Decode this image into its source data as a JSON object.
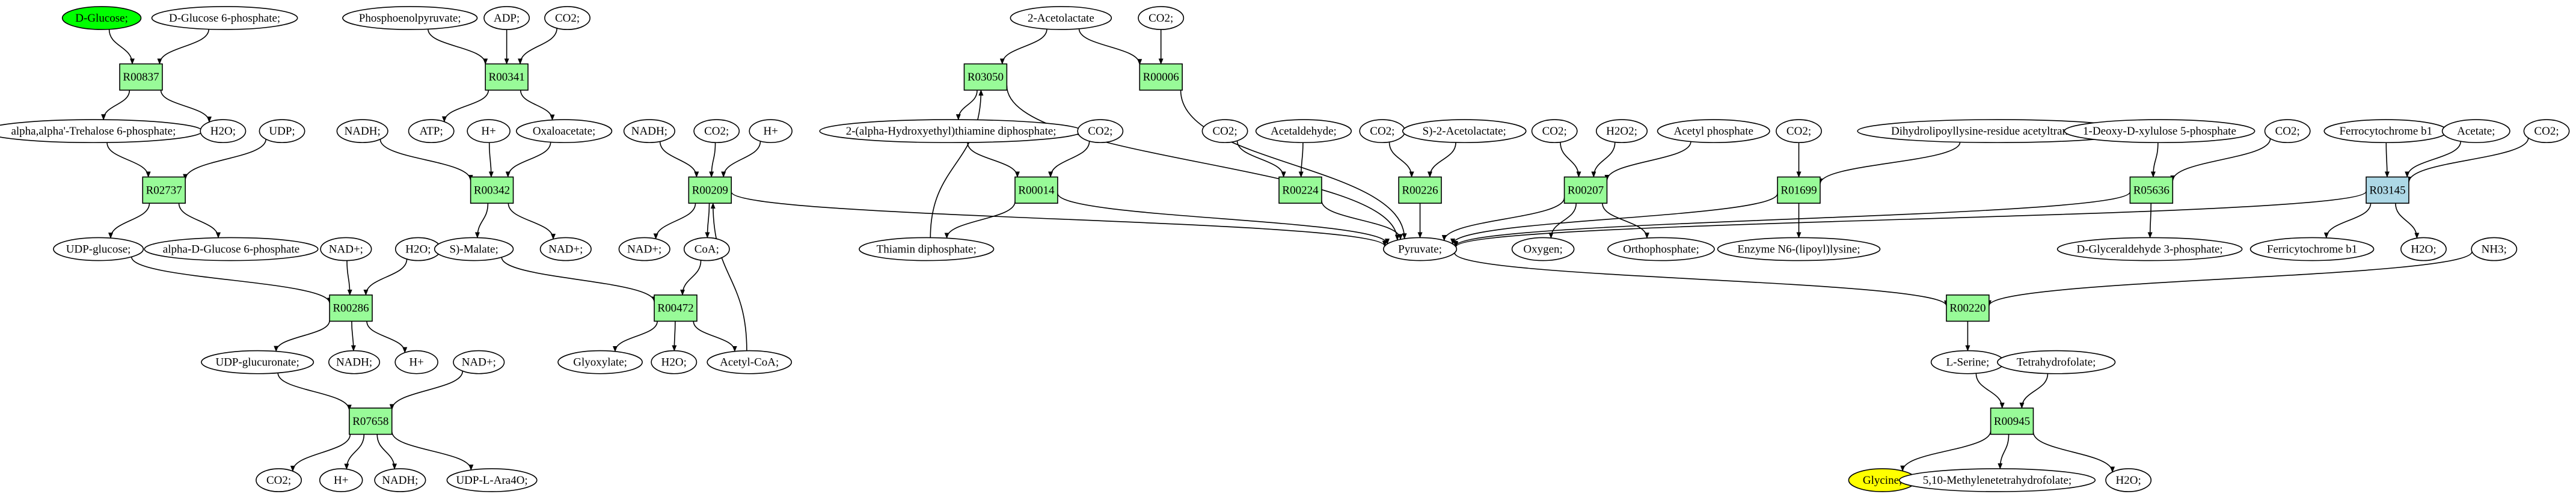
{
  "diagram": {
    "colors": {
      "reaction": "#98fb98",
      "reaction_highlight": "#add8e6",
      "compound": "#ffffff",
      "source": "#00ff00",
      "target": "#ffff00",
      "edge": "#000000"
    },
    "nodes": [
      {
        "id": "c_dglucose",
        "type": "compound",
        "label": "D-Glucose;",
        "role": "source"
      },
      {
        "id": "c_dg6p",
        "type": "compound",
        "label": "D-Glucose 6-phosphate;"
      },
      {
        "id": "r_R00837",
        "type": "reaction",
        "label": "R00837"
      },
      {
        "id": "c_trehalose6p",
        "type": "compound",
        "label": "alpha,alpha'-Trehalose 6-phosphate;"
      },
      {
        "id": "c_h2o_1",
        "type": "compound",
        "label": "H2O;"
      },
      {
        "id": "c_udp_1",
        "type": "compound",
        "label": "UDP;"
      },
      {
        "id": "r_R02737",
        "type": "reaction",
        "label": "R02737"
      },
      {
        "id": "c_udpglucose",
        "type": "compound",
        "label": "UDP-glucose;"
      },
      {
        "id": "c_adg6p",
        "type": "compound",
        "label": "alpha-D-Glucose 6-phosphate"
      },
      {
        "id": "c_nadplus_1",
        "type": "compound",
        "label": "NAD+;"
      },
      {
        "id": "c_h2o_2",
        "type": "compound",
        "label": "H2O;"
      },
      {
        "id": "r_R00286",
        "type": "reaction",
        "label": "R00286"
      },
      {
        "id": "c_udpglucuronate",
        "type": "compound",
        "label": "UDP-glucuronate;"
      },
      {
        "id": "c_nadh_1",
        "type": "compound",
        "label": "NADH;"
      },
      {
        "id": "c_hplus_1",
        "type": "compound",
        "label": "H+"
      },
      {
        "id": "c_nadplus_2",
        "type": "compound",
        "label": "NAD+;"
      },
      {
        "id": "r_R07658",
        "type": "reaction",
        "label": "R07658"
      },
      {
        "id": "c_co2_1",
        "type": "compound",
        "label": "CO2;"
      },
      {
        "id": "c_hplus_2",
        "type": "compound",
        "label": "H+"
      },
      {
        "id": "c_nadh_2",
        "type": "compound",
        "label": "NADH;"
      },
      {
        "id": "c_udpara4o",
        "type": "compound",
        "label": "UDP-L-Ara4O;"
      },
      {
        "id": "c_pep",
        "type": "compound",
        "label": "Phosphoenolpyruvate;"
      },
      {
        "id": "c_adp",
        "type": "compound",
        "label": "ADP;"
      },
      {
        "id": "c_co2_2",
        "type": "compound",
        "label": "CO2;"
      },
      {
        "id": "r_R00341",
        "type": "reaction",
        "label": "R00341"
      },
      {
        "id": "c_atp",
        "type": "compound",
        "label": "ATP;"
      },
      {
        "id": "c_hplus_3",
        "type": "compound",
        "label": "H+"
      },
      {
        "id": "c_oxaloacetate",
        "type": "compound",
        "label": "Oxaloacetate;"
      },
      {
        "id": "c_nadh_3",
        "type": "compound",
        "label": "NADH;"
      },
      {
        "id": "r_R00342",
        "type": "reaction",
        "label": "R00342"
      },
      {
        "id": "c_smalate",
        "type": "compound",
        "label": "S)-Malate;"
      },
      {
        "id": "c_nadplus_3",
        "type": "compound",
        "label": "NAD+;"
      },
      {
        "id": "c_nadh_4",
        "type": "compound",
        "label": "NADH;"
      },
      {
        "id": "c_co2_3",
        "type": "compound",
        "label": "CO2;"
      },
      {
        "id": "c_hplus_4",
        "type": "compound",
        "label": "H+"
      },
      {
        "id": "r_R00209",
        "type": "reaction",
        "label": "R00209"
      },
      {
        "id": "c_nadplus_4",
        "type": "compound",
        "label": "NAD+;"
      },
      {
        "id": "c_coa",
        "type": "compound",
        "label": "CoA;"
      },
      {
        "id": "r_R00472",
        "type": "reaction",
        "label": "R00472"
      },
      {
        "id": "c_glyoxylate",
        "type": "compound",
        "label": "Glyoxylate;"
      },
      {
        "id": "c_h2o_3",
        "type": "compound",
        "label": "H2O;"
      },
      {
        "id": "c_acetylcoa",
        "type": "compound",
        "label": "Acetyl-CoA;"
      },
      {
        "id": "c_2acetolactate",
        "type": "compound",
        "label": "2-Acetolactate"
      },
      {
        "id": "c_co2_4",
        "type": "compound",
        "label": "CO2;"
      },
      {
        "id": "r_R03050",
        "type": "reaction",
        "label": "R03050"
      },
      {
        "id": "r_R00006",
        "type": "reaction",
        "label": "R00006"
      },
      {
        "id": "c_hydroxyethyltpp",
        "type": "compound",
        "label": "2-(alpha-Hydroxyethyl)thiamine diphosphate;"
      },
      {
        "id": "c_co2_5",
        "type": "compound",
        "label": "CO2;"
      },
      {
        "id": "r_R00014",
        "type": "reaction",
        "label": "R00014"
      },
      {
        "id": "c_thiamindp",
        "type": "compound",
        "label": "Thiamin diphosphate;"
      },
      {
        "id": "c_co2_6",
        "type": "compound",
        "label": "CO2;"
      },
      {
        "id": "c_acetaldehyde",
        "type": "compound",
        "label": "Acetaldehyde;"
      },
      {
        "id": "r_R00224",
        "type": "reaction",
        "label": "R00224"
      },
      {
        "id": "c_co2_7",
        "type": "compound",
        "label": "CO2;"
      },
      {
        "id": "c_s2acetolactate",
        "type": "compound",
        "label": "S)-2-Acetolactate;"
      },
      {
        "id": "r_R00226",
        "type": "reaction",
        "label": "R00226"
      },
      {
        "id": "c_co2_8",
        "type": "compound",
        "label": "CO2;"
      },
      {
        "id": "c_h2o2",
        "type": "compound",
        "label": "H2O2;"
      },
      {
        "id": "c_acetylphosphate",
        "type": "compound",
        "label": "Acetyl phosphate"
      },
      {
        "id": "r_R00207",
        "type": "reaction",
        "label": "R00207"
      },
      {
        "id": "c_oxygen",
        "type": "compound",
        "label": "Oxygen;"
      },
      {
        "id": "c_orthophosphate",
        "type": "compound",
        "label": "Orthophosphate;"
      },
      {
        "id": "c_co2_9",
        "type": "compound",
        "label": "CO2;"
      },
      {
        "id": "c_dihydrolipoyllysine",
        "type": "compound",
        "label": "Dihydrolipoyllysine-residue acetyltransferase]"
      },
      {
        "id": "r_R01699",
        "type": "reaction",
        "label": "R01699"
      },
      {
        "id": "c_enzymen6",
        "type": "compound",
        "label": "Enzyme N6-(lipoyl)lysine;"
      },
      {
        "id": "c_deoxyxylulose5p",
        "type": "compound",
        "label": "1-Deoxy-D-xylulose 5-phosphate"
      },
      {
        "id": "c_co2_10",
        "type": "compound",
        "label": "CO2;"
      },
      {
        "id": "r_R05636",
        "type": "reaction",
        "label": "R05636"
      },
      {
        "id": "c_dga3p",
        "type": "compound",
        "label": "D-Glyceraldehyde 3-phosphate;"
      },
      {
        "id": "c_ferrocytochrome",
        "type": "compound",
        "label": "Ferrocytochrome b1"
      },
      {
        "id": "c_acetate",
        "type": "compound",
        "label": "Acetate;"
      },
      {
        "id": "c_co2_11",
        "type": "compound",
        "label": "CO2;"
      },
      {
        "id": "r_R03145",
        "type": "reaction",
        "label": "R03145",
        "role": "highlight"
      },
      {
        "id": "c_ferricytochrome",
        "type": "compound",
        "label": "Ferricytochrome b1"
      },
      {
        "id": "c_h2o_4",
        "type": "compound",
        "label": "H2O;"
      },
      {
        "id": "c_nh3",
        "type": "compound",
        "label": "NH3;"
      },
      {
        "id": "c_pyruvate",
        "type": "compound",
        "label": "Pyruvate;"
      },
      {
        "id": "r_R00220",
        "type": "reaction",
        "label": "R00220"
      },
      {
        "id": "c_lserine",
        "type": "compound",
        "label": "L-Serine;"
      },
      {
        "id": "c_thf",
        "type": "compound",
        "label": "Tetrahydrofolate;"
      },
      {
        "id": "r_R00945",
        "type": "reaction",
        "label": "R00945"
      },
      {
        "id": "c_glycine",
        "type": "compound",
        "label": "Glycine;",
        "role": "target"
      },
      {
        "id": "c_methylenethf",
        "type": "compound",
        "label": "5,10-Methylenetetrahydrofolate;"
      },
      {
        "id": "c_h2o_5",
        "type": "compound",
        "label": "H2O;"
      }
    ],
    "edges": [
      [
        "c_dglucose",
        "r_R00837"
      ],
      [
        "c_dg6p",
        "r_R00837"
      ],
      [
        "r_R00837",
        "c_trehalose6p"
      ],
      [
        "r_R00837",
        "c_h2o_1"
      ],
      [
        "c_trehalose6p",
        "r_R02737"
      ],
      [
        "c_udp_1",
        "r_R02737"
      ],
      [
        "r_R02737",
        "c_udpglucose"
      ],
      [
        "r_R02737",
        "c_adg6p"
      ],
      [
        "c_udpglucose",
        "r_R00286"
      ],
      [
        "c_nadplus_1",
        "r_R00286"
      ],
      [
        "c_h2o_2",
        "r_R00286"
      ],
      [
        "r_R00286",
        "c_udpglucuronate"
      ],
      [
        "r_R00286",
        "c_nadh_1"
      ],
      [
        "r_R00286",
        "c_hplus_1"
      ],
      [
        "c_udpglucuronate",
        "r_R07658"
      ],
      [
        "c_nadplus_2",
        "r_R07658"
      ],
      [
        "r_R07658",
        "c_co2_1"
      ],
      [
        "r_R07658",
        "c_hplus_2"
      ],
      [
        "r_R07658",
        "c_nadh_2"
      ],
      [
        "r_R07658",
        "c_udpara4o"
      ],
      [
        "c_pep",
        "r_R00341"
      ],
      [
        "c_adp",
        "r_R00341"
      ],
      [
        "c_co2_2",
        "r_R00341"
      ],
      [
        "r_R00341",
        "c_atp"
      ],
      [
        "r_R00341",
        "c_oxaloacetate"
      ],
      [
        "c_nadh_3",
        "r_R00342"
      ],
      [
        "c_hplus_3",
        "r_R00342"
      ],
      [
        "c_oxaloacetate",
        "r_R00342"
      ],
      [
        "r_R00342",
        "c_smalate"
      ],
      [
        "r_R00342",
        "c_nadplus_3"
      ],
      [
        "c_nadh_4",
        "r_R00209"
      ],
      [
        "c_co2_3",
        "r_R00209"
      ],
      [
        "c_hplus_4",
        "r_R00209"
      ],
      [
        "c_acetylcoa",
        "r_R00209"
      ],
      [
        "r_R00209",
        "c_nadplus_4"
      ],
      [
        "r_R00209",
        "c_coa"
      ],
      [
        "r_R00209",
        "c_pyruvate"
      ],
      [
        "c_smalate",
        "r_R00472"
      ],
      [
        "c_coa",
        "r_R00472"
      ],
      [
        "r_R00472",
        "c_glyoxylate"
      ],
      [
        "r_R00472",
        "c_h2o_3"
      ],
      [
        "r_R00472",
        "c_acetylcoa"
      ],
      [
        "c_2acetolactate",
        "r_R03050"
      ],
      [
        "c_2acetolactate",
        "r_R00006"
      ],
      [
        "c_co2_4",
        "r_R00006"
      ],
      [
        "c_thiamindp",
        "r_R03050"
      ],
      [
        "r_R03050",
        "c_hydroxyethyltpp"
      ],
      [
        "r_R03050",
        "c_pyruvate"
      ],
      [
        "r_R00006",
        "c_pyruvate"
      ],
      [
        "c_hydroxyethyltpp",
        "r_R00014"
      ],
      [
        "c_co2_5",
        "r_R00014"
      ],
      [
        "r_R00014",
        "c_thiamindp"
      ],
      [
        "r_R00014",
        "c_pyruvate"
      ],
      [
        "c_co2_6",
        "r_R00224"
      ],
      [
        "c_acetaldehyde",
        "r_R00224"
      ],
      [
        "r_R00224",
        "c_pyruvate"
      ],
      [
        "c_co2_7",
        "r_R00226"
      ],
      [
        "c_s2acetolactate",
        "r_R00226"
      ],
      [
        "r_R00226",
        "c_pyruvate"
      ],
      [
        "c_co2_8",
        "r_R00207"
      ],
      [
        "c_h2o2",
        "r_R00207"
      ],
      [
        "c_acetylphosphate",
        "r_R00207"
      ],
      [
        "r_R00207",
        "c_pyruvate"
      ],
      [
        "r_R00207",
        "c_oxygen"
      ],
      [
        "r_R00207",
        "c_orthophosphate"
      ],
      [
        "c_co2_9",
        "r_R01699"
      ],
      [
        "c_dihydrolipoyllysine",
        "r_R01699"
      ],
      [
        "r_R01699",
        "c_pyruvate"
      ],
      [
        "r_R01699",
        "c_enzymen6"
      ],
      [
        "c_deoxyxylulose5p",
        "r_R05636"
      ],
      [
        "c_co2_10",
        "r_R05636"
      ],
      [
        "r_R05636",
        "c_pyruvate"
      ],
      [
        "r_R05636",
        "c_dga3p"
      ],
      [
        "c_ferrocytochrome",
        "r_R03145"
      ],
      [
        "c_acetate",
        "r_R03145"
      ],
      [
        "c_co2_11",
        "r_R03145"
      ],
      [
        "r_R03145",
        "c_pyruvate"
      ],
      [
        "r_R03145",
        "c_ferricytochrome"
      ],
      [
        "r_R03145",
        "c_h2o_4"
      ],
      [
        "c_pyruvate",
        "r_R00220"
      ],
      [
        "c_nh3",
        "r_R00220"
      ],
      [
        "r_R00220",
        "c_lserine"
      ],
      [
        "c_lserine",
        "r_R00945"
      ],
      [
        "c_thf",
        "r_R00945"
      ],
      [
        "r_R00945",
        "c_glycine"
      ],
      [
        "r_R00945",
        "c_methylenethf"
      ],
      [
        "r_R00945",
        "c_h2o_5"
      ]
    ]
  }
}
